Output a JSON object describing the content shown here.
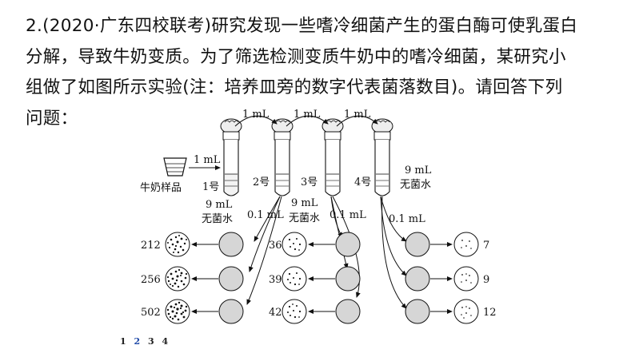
{
  "question": {
    "lines": [
      "2.(2020·广东四校联考)研究发现一些嗜冷细菌产生的蛋白酶可使乳蛋白",
      "分解，导致牛奶变质。为了筛选检测变质牛奶中的嗜冷细菌，某研究小",
      "组做了如图所示实验(注：培养皿旁的数字代表菌落数目)。请回答下列",
      "问题："
    ]
  },
  "diagram": {
    "transfer_label": "1 mL",
    "sample_label": "牛奶样品",
    "tubes": [
      "1号",
      "2号",
      "3号",
      "4号"
    ],
    "water_volume": "9 mL",
    "water_label": "无菌水",
    "plating_volume": "0.1 mL",
    "colony_counts": {
      "group1": [
        "212",
        "256",
        "502"
      ],
      "group2": [
        "36",
        "39",
        "42"
      ],
      "group3": [
        "7",
        "9",
        "12"
      ]
    }
  },
  "pagination": {
    "pages": [
      "1",
      "2",
      "3",
      "4"
    ],
    "current": "2"
  }
}
